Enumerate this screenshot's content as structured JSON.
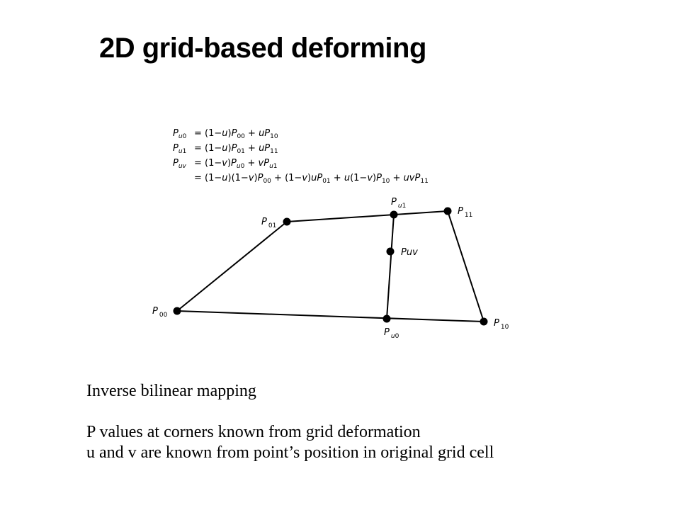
{
  "title": "2D grid-based deforming",
  "equations": [
    {
      "lhs": "Pu0",
      "rhs": "= (1−u)P00 + uP10"
    },
    {
      "lhs": "Pu1",
      "rhs": "= (1−u)P01 + uP11"
    },
    {
      "lhs": "Puv",
      "rhs": "= (1−v)Pu0 + vPu1"
    },
    {
      "lhs": "",
      "rhs": "= (1−u)(1−v)P00 + (1−v)uP01 + u(1−v)P10 + uvP11"
    }
  ],
  "points": {
    "P00": "P00",
    "P01": "P01",
    "P11": "P11",
    "P10": "P10",
    "Pu0": "Pu0",
    "Pu1": "Pu1",
    "Puv": "Puv"
  },
  "body": {
    "line1": "Inverse bilinear mapping",
    "line2": "P values at corners known from grid deformation",
    "line3": "u and v are known from point’s position in original grid cell"
  }
}
